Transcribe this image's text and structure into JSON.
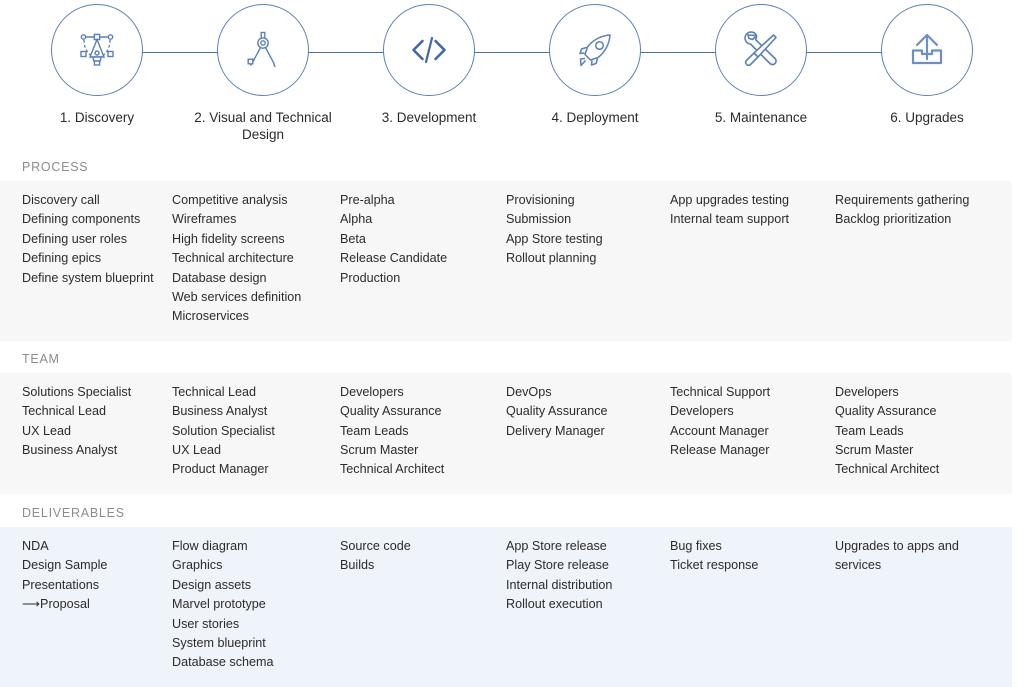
{
  "timeline": {
    "stages": [
      {
        "label": "1. Discovery",
        "icon": "pen-tool-icon"
      },
      {
        "label": "2. Visual and Technical Design",
        "icon": "compass-icon"
      },
      {
        "label": "3. Development",
        "icon": "code-brackets-icon"
      },
      {
        "label": "4. Deployment",
        "icon": "rocket-icon"
      },
      {
        "label": "5. Maintenance",
        "icon": "wrench-screwdriver-icon"
      },
      {
        "label": "6. Upgrades",
        "icon": "upload-icon"
      }
    ],
    "line_color": "#4d6fa8",
    "icon_color": "#5b7fb9"
  },
  "sections": [
    {
      "title": "PROCESS",
      "background": "#f7f7f7",
      "columns": [
        [
          "Discovery call",
          "Defining components",
          "Defining user roles",
          "Defining epics",
          "Define system blueprint"
        ],
        [
          "Competitive analysis",
          "Wireframes",
          "High fidelity screens",
          "Technical architecture",
          "Database design",
          "Web services definition",
          "Microservices"
        ],
        [
          "Pre-alpha",
          "Alpha",
          "Beta",
          "Release Candidate",
          "Production"
        ],
        [
          "Provisioning",
          "Submission",
          "App Store testing",
          "Rollout planning"
        ],
        [
          "App upgrades testing",
          "Internal team support"
        ],
        [
          "Requirements gathering",
          "Backlog prioritization"
        ]
      ]
    },
    {
      "title": "TEAM",
      "background": "#f7f7f7",
      "columns": [
        [
          "Solutions Specialist",
          "Technical Lead",
          "UX Lead",
          "Business Analyst"
        ],
        [
          "Technical Lead",
          "Business Analyst",
          "Solution Specialist",
          "UX Lead",
          "Product Manager"
        ],
        [
          "Developers",
          "Quality Assurance",
          "Team Leads",
          "Scrum Master",
          "Technical Architect"
        ],
        [
          "DevOps",
          "Quality Assurance",
          "Delivery Manager"
        ],
        [
          "Technical Support",
          "Developers",
          "Account Manager",
          "Release Manager"
        ],
        [
          "Developers",
          "Quality Assurance",
          "Team Leads",
          "Scrum Master",
          "Technical Architect"
        ]
      ]
    },
    {
      "title": "DELIVERABLES",
      "background": "#eff3fa",
      "columns": [
        [
          "NDA",
          "Design Sample",
          "Presentations",
          "⟶Proposal"
        ],
        [
          "Flow diagram",
          "Graphics",
          "Design assets",
          "Marvel prototype",
          "User stories",
          "System blueprint",
          "Database schema"
        ],
        [
          "Source code",
          "Builds"
        ],
        [
          "App Store release",
          "Play Store release",
          "Internal distribution",
          "Rollout execution"
        ],
        [
          "Bug fixes",
          "Ticket response"
        ],
        [
          "Upgrades to apps and services"
        ]
      ]
    }
  ]
}
